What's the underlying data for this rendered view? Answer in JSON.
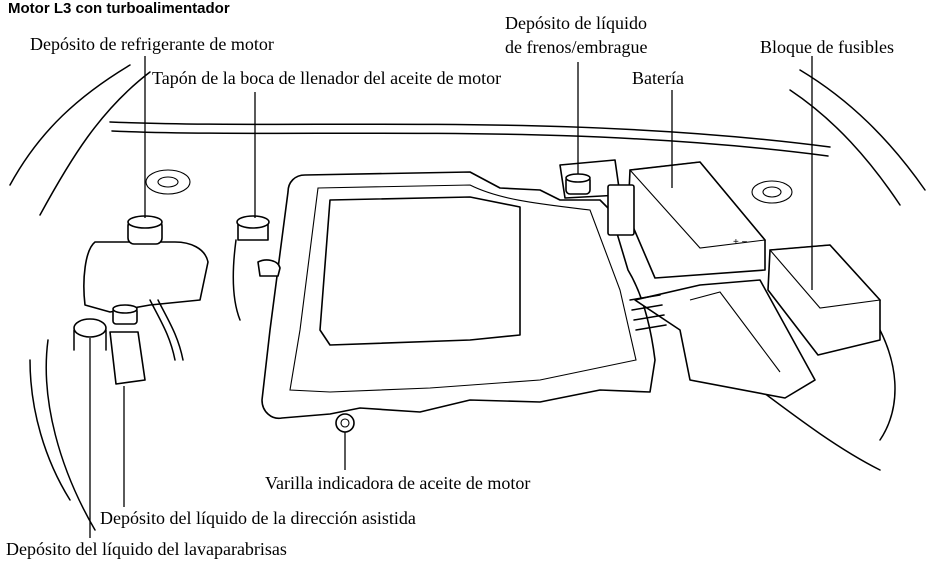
{
  "title": "Motor L3 con turboalimentador",
  "labels": {
    "coolant_reservoir": "Depósito de refrigerante de motor",
    "oil_filler_cap": "Tapón de la boca de llenador del aceite de motor",
    "brake_fluid_line1": "Depósito de líquido",
    "brake_fluid_line2": "de frenos/embrague",
    "battery": "Batería",
    "fuse_block": "Bloque de fusibles",
    "oil_dipstick": "Varilla indicadora de aceite de motor",
    "power_steering_fluid": "Depósito del líquido de la dirección asistida",
    "washer_fluid": "Depósito del líquido del lavaparabrisas"
  },
  "battery_symbol": "+ −"
}
